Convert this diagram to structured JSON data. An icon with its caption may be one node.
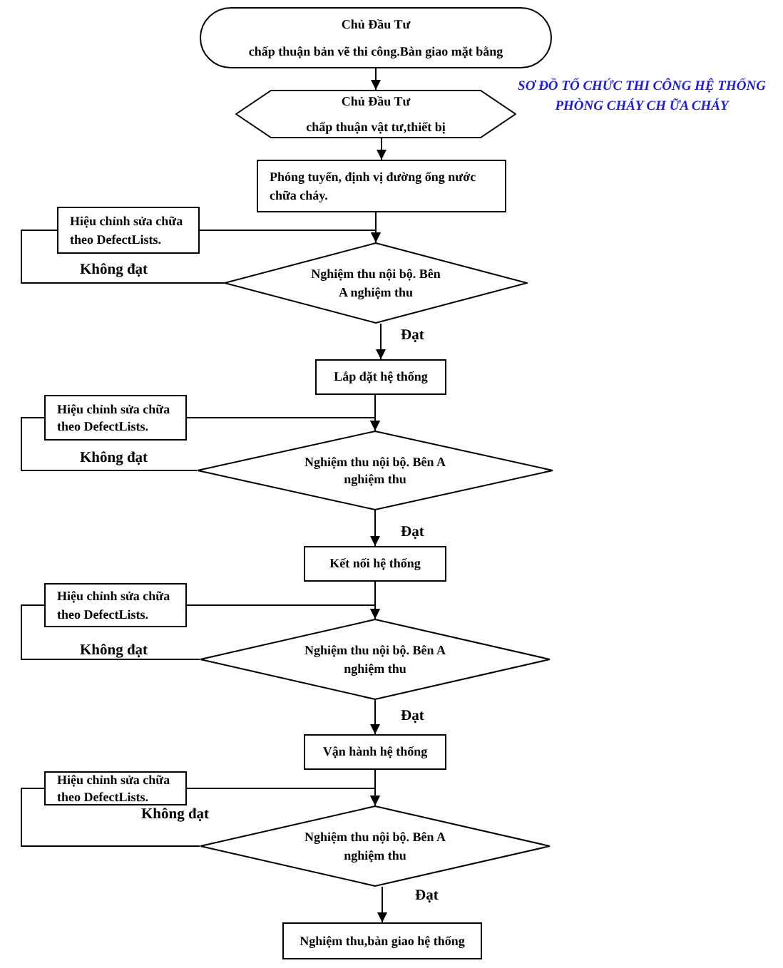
{
  "diagram": {
    "title": "SƠ ĐỒ TỔ CHỨC THI CÔNG HỆ THỐNG PHÒNG CHÁY CH ỮA CHÁY",
    "nodes": [
      {
        "text": [
          "Chủ Đầu Tư",
          "chấp thuận bản vẽ thi công.Bàn giao mặt bằng"
        ]
      },
      {
        "text": [
          "Chủ Đầu Tư",
          "chấp thuận vật tư,thiết bị"
        ]
      },
      {
        "text": [
          "Phóng tuyến, định vị đường ống nước chữa cháy."
        ]
      },
      {
        "text": [
          "Hiệu chỉnh sửa chữa theo DefectLists."
        ]
      },
      {
        "text": [
          "Nghiệm thu nội bộ. Bên A nghiệm thu"
        ]
      },
      {
        "text": [
          "Lắp đặt hệ thống"
        ]
      },
      {
        "text": [
          "Hiệu chỉnh sửa chữa theo DefectLists."
        ]
      },
      {
        "text": [
          "Nghiệm thu nội bộ. Bên A nghiệm thu"
        ]
      },
      {
        "text": [
          "Kết nối hệ thống"
        ]
      },
      {
        "text": [
          "Hiệu chỉnh sửa chữa theo DefectLists."
        ]
      },
      {
        "text": [
          "Nghiệm thu nội bộ. Bên A nghiệm thu"
        ]
      },
      {
        "text": [
          "Vận hành hệ thống"
        ]
      },
      {
        "text": [
          "Hiệu chỉnh sửa chữa theo DefectLists."
        ]
      },
      {
        "text": [
          "Nghiệm thu nội bộ. Bên A nghiệm thu"
        ]
      },
      {
        "text": [
          "Nghiệm thu,bàn giao hệ thống"
        ]
      }
    ],
    "edges": [
      {
        "from": 0,
        "to": 1,
        "arrow": "to"
      },
      {
        "from": 1,
        "to": 2,
        "arrow": "to"
      },
      {
        "from": 2,
        "to": 4,
        "arrow": "to"
      },
      {
        "from": 3,
        "to": 4,
        "arrow": "to"
      },
      {
        "from": 4,
        "to": 3,
        "arrow": "none",
        "label": "Không đạt"
      },
      {
        "from": 4,
        "to": 5,
        "arrow": "to",
        "label": "Đạt"
      },
      {
        "from": 5,
        "to": 7,
        "arrow": "to"
      },
      {
        "from": 6,
        "to": 7,
        "arrow": "to"
      },
      {
        "from": 7,
        "to": 6,
        "arrow": "none",
        "label": "Không đạt"
      },
      {
        "from": 7,
        "to": 8,
        "arrow": "to",
        "label": "Đạt"
      },
      {
        "from": 8,
        "to": 10,
        "arrow": "to"
      },
      {
        "from": 9,
        "to": 10,
        "arrow": "to"
      },
      {
        "from": 10,
        "to": 9,
        "arrow": "none",
        "label": "Không đạt"
      },
      {
        "from": 10,
        "to": 11,
        "arrow": "to",
        "label": "Đạt"
      },
      {
        "from": 11,
        "to": 13,
        "arrow": "to"
      },
      {
        "from": 12,
        "to": 13,
        "arrow": "to"
      },
      {
        "from": 13,
        "to": 12,
        "arrow": "none",
        "label": "Không đạt"
      },
      {
        "from": 13,
        "to": 14,
        "arrow": "to",
        "label": "Đạt"
      }
    ]
  }
}
